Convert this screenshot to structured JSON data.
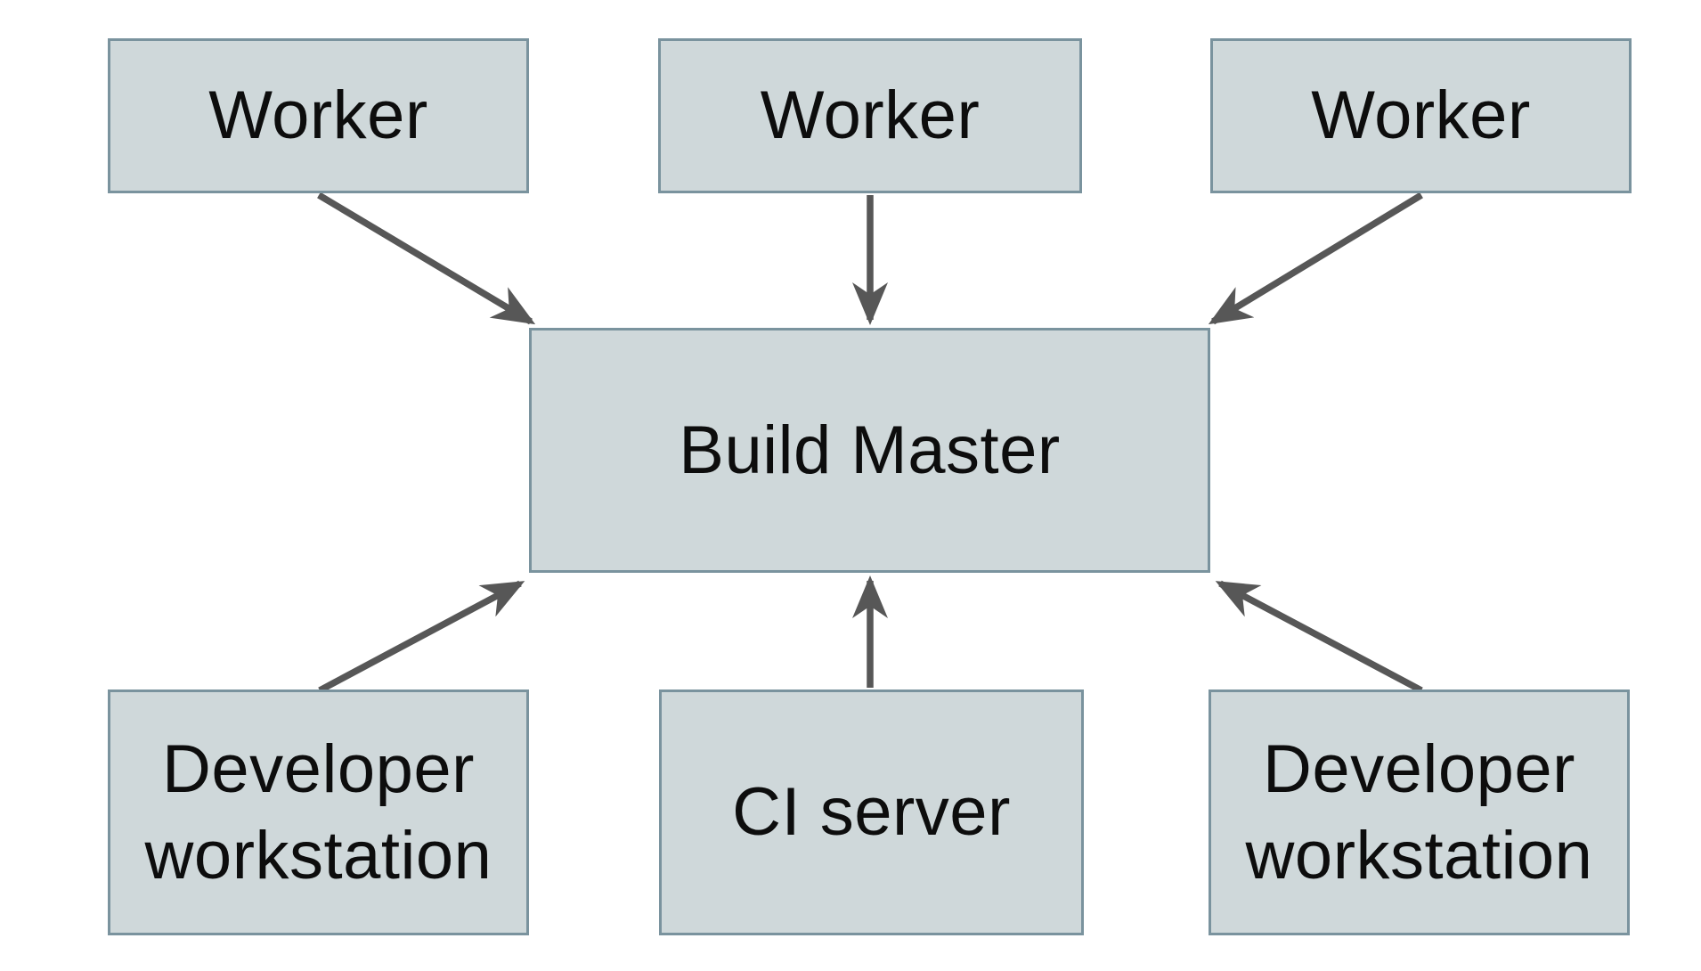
{
  "diagram_type": "architecture-diagram",
  "nodes": [
    {
      "id": "worker-1",
      "label": "Worker"
    },
    {
      "id": "worker-2",
      "label": "Worker"
    },
    {
      "id": "worker-3",
      "label": "Worker"
    },
    {
      "id": "build-master",
      "label": "Build Master"
    },
    {
      "id": "developer-workstation-1",
      "label": "Developer workstation"
    },
    {
      "id": "ci-server",
      "label": "CI server"
    },
    {
      "id": "developer-workstation-2",
      "label": "Developer workstation"
    }
  ],
  "edges": [
    {
      "from": "worker-1",
      "to": "build-master"
    },
    {
      "from": "worker-2",
      "to": "build-master"
    },
    {
      "from": "worker-3",
      "to": "build-master"
    },
    {
      "from": "developer-workstation-1",
      "to": "build-master"
    },
    {
      "from": "ci-server",
      "to": "build-master"
    },
    {
      "from": "developer-workstation-2",
      "to": "build-master"
    }
  ],
  "colors": {
    "node_fill": "#cfd8da",
    "node_border": "#7a939e",
    "arrow": "#575757",
    "text": "#0d0d0d",
    "background": "#ffffff"
  }
}
